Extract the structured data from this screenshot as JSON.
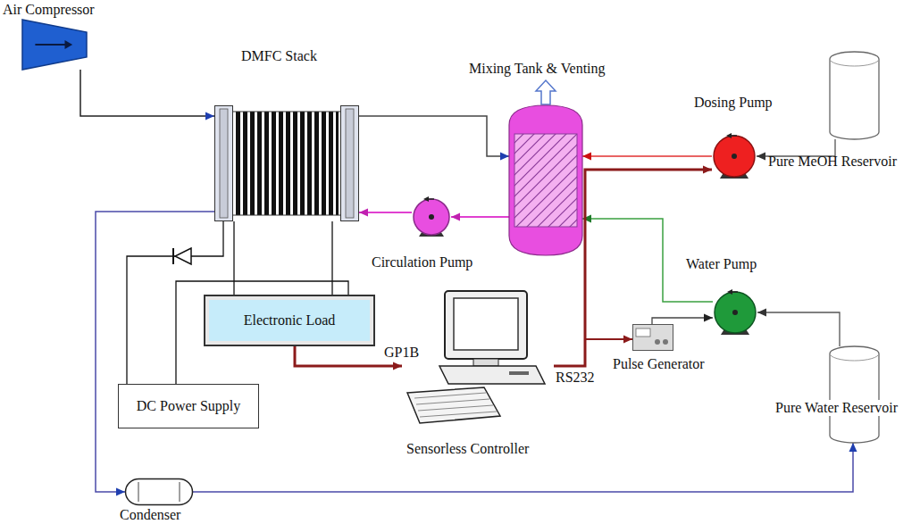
{
  "diagram": {
    "nodes": [
      {
        "text": [
          "Air Compressor"
        ]
      },
      {
        "text": [
          "DMFC Stack"
        ]
      },
      {
        "text": [
          "Mixing Tank & Venting"
        ]
      },
      {
        "text": [
          "Dosing Pump"
        ]
      },
      {
        "text": [
          "Pure MeOH Reservoir"
        ]
      },
      {
        "text": [
          "Circulation Pump"
        ]
      },
      {
        "text": [
          "Water Pump"
        ]
      },
      {
        "text": [
          "Pure Water Reservoir"
        ]
      },
      {
        "text": [
          "Electronic Load"
        ]
      },
      {
        "text": [
          "DC Power Supply"
        ]
      },
      {
        "text": [
          "Sensorless Controller"
        ]
      },
      {
        "text": [
          "Pulse Generator"
        ]
      },
      {
        "text": [
          "Condenser"
        ]
      }
    ],
    "edges": [
      {
        "from": 0,
        "to": 1,
        "arrow": "to"
      },
      {
        "from": 1,
        "to": 2,
        "arrow": "to"
      },
      {
        "from": 3,
        "to": 2,
        "arrow": "to"
      },
      {
        "from": 4,
        "to": 3,
        "arrow": "to"
      },
      {
        "from": 2,
        "to": 5,
        "arrow": "to"
      },
      {
        "from": 5,
        "to": 1,
        "arrow": "to"
      },
      {
        "from": 6,
        "to": 2,
        "arrow": "to"
      },
      {
        "from": 7,
        "to": 6,
        "arrow": "to"
      },
      {
        "from": 1,
        "to": 12,
        "arrow": "to"
      },
      {
        "from": 12,
        "to": 7,
        "arrow": "to"
      },
      {
        "from": 8,
        "to": 10,
        "label": "GP1B",
        "arrow": "to"
      },
      {
        "from": 10,
        "to": 3,
        "label": "RS232",
        "arrow": "to"
      },
      {
        "from": 10,
        "to": 11,
        "arrow": "to"
      },
      {
        "from": 11,
        "to": 6,
        "arrow": "to"
      },
      {
        "from": 1,
        "to": 8,
        "arrow": "none"
      },
      {
        "from": 1,
        "to": 8,
        "arrow": "none"
      },
      {
        "from": 9,
        "to": 1,
        "arrow": "none"
      },
      {
        "from": 9,
        "to": 8,
        "arrow": "none"
      }
    ]
  }
}
